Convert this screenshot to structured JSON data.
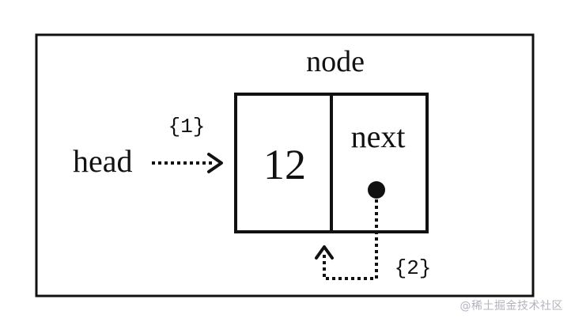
{
  "diagram": {
    "node_label": "node",
    "value": "12",
    "next_label": "next",
    "head_label": "head",
    "step1_label": "{1}",
    "step2_label": "{2}"
  },
  "watermark": "@稀土掘金技术社区",
  "colors": {
    "stroke": "#111111",
    "background": "#ffffff",
    "watermark": "#b0b4bc"
  }
}
